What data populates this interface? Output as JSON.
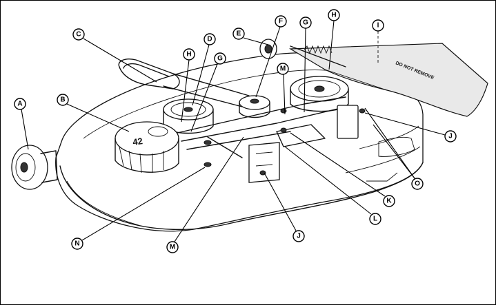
{
  "decal": {
    "text": "DO NOT REMOVE"
  },
  "spindle_mark": {
    "text": "42"
  },
  "callouts": [
    {
      "id": "A",
      "label": "A"
    },
    {
      "id": "B",
      "label": "B"
    },
    {
      "id": "C",
      "label": "C"
    },
    {
      "id": "D",
      "label": "D"
    },
    {
      "id": "E",
      "label": "E"
    },
    {
      "id": "F",
      "label": "F"
    },
    {
      "id": "G-center",
      "label": "G"
    },
    {
      "id": "G-right",
      "label": "G"
    },
    {
      "id": "H-left",
      "label": "H"
    },
    {
      "id": "H-right",
      "label": "H"
    },
    {
      "id": "I",
      "label": "I"
    },
    {
      "id": "J-right",
      "label": "J"
    },
    {
      "id": "J-bottom",
      "label": "J"
    },
    {
      "id": "K",
      "label": "K"
    },
    {
      "id": "L",
      "label": "L"
    },
    {
      "id": "M-top",
      "label": "M"
    },
    {
      "id": "M-bottom",
      "label": "M"
    },
    {
      "id": "N",
      "label": "N"
    },
    {
      "id": "O",
      "label": "O"
    }
  ]
}
